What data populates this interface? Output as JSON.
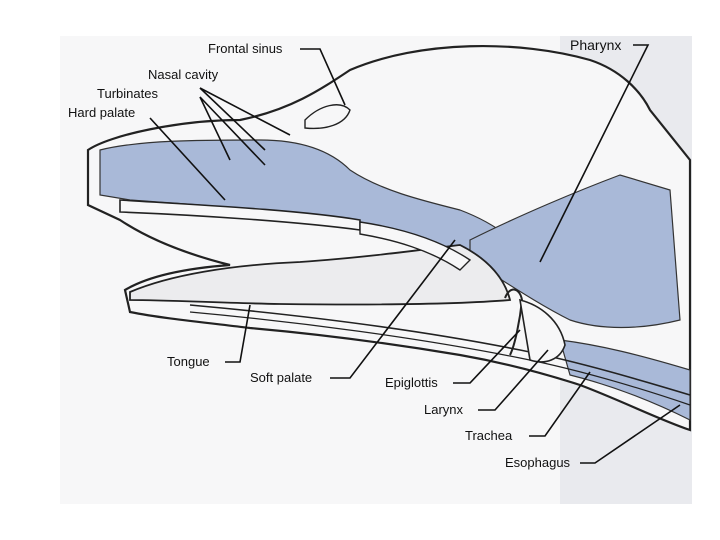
{
  "labels": {
    "frontal_sinus": "Frontal sinus",
    "nasal_cavity": "Nasal cavity",
    "turbinates": "Turbinates",
    "hard_palate": "Hard palate",
    "pharynx": "Pharynx",
    "tongue": "Tongue",
    "soft_palate": "Soft palate",
    "epiglottis": "Epiglottis",
    "larynx": "Larynx",
    "trachea": "Trachea",
    "esophagus": "Esophagus"
  },
  "colors": {
    "airway_fill": "#a9b9d8",
    "outline": "#222222",
    "tissue": "#f7f7f8"
  }
}
